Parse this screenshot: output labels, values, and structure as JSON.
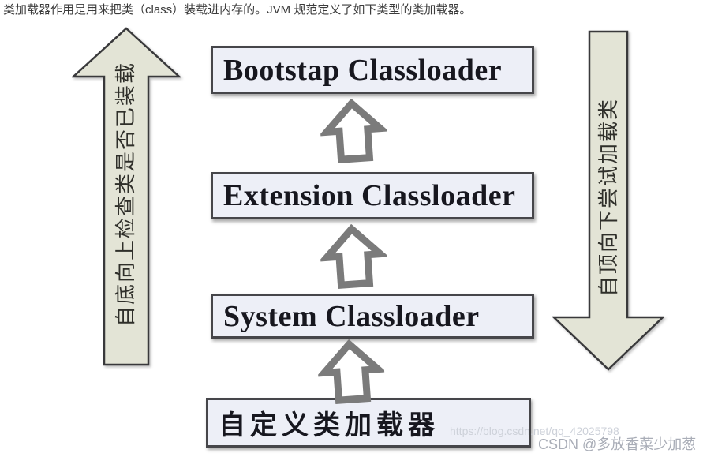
{
  "intro": {
    "text": "类加载器作用是用来把类（class）装载进内存的。JVM 规范定义了如下类型的类加载器。"
  },
  "left_arrow": {
    "direction": "up",
    "label": "自底向上检查类是否已装载"
  },
  "right_arrow": {
    "direction": "down",
    "label": "自顶向下尝试加载类"
  },
  "boxes": [
    {
      "label": "Bootstap Classloader"
    },
    {
      "label": "Extension Classloader"
    },
    {
      "label": "System Classloader"
    },
    {
      "label": "自定义类加载器"
    }
  ],
  "watermark": {
    "url": "https://blog.csdn.net/qq_42025798",
    "credit": "CSDN @多放香菜少加葱"
  },
  "colors": {
    "arrow_fill": "#e3e4d6",
    "arrow_stroke": "#39393b",
    "box_fill": "#edeff7",
    "box_stroke": "#46464a",
    "hollow_arrow": "#7b7b7b",
    "intro_text": "#3b3b3b",
    "box_text": "#17171f",
    "vertical_text": "#2f2f2a",
    "watermark_url": "#cdd1d9",
    "watermark_credit": "#a9adb7"
  }
}
